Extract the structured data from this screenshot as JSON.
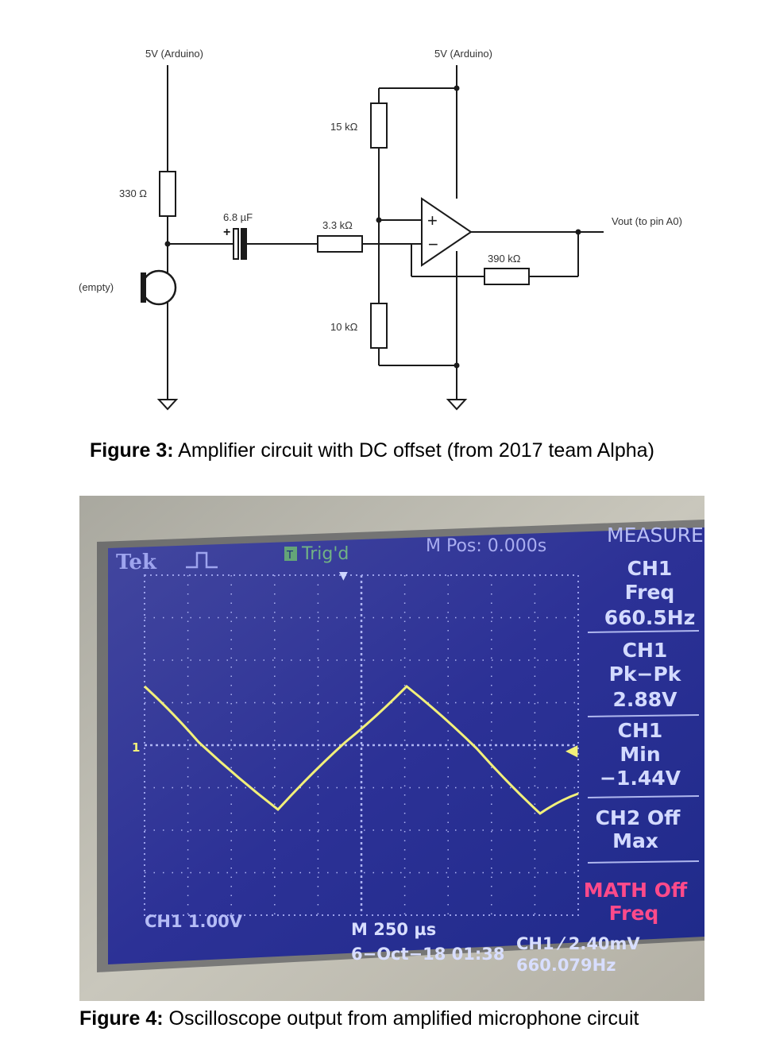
{
  "figure3": {
    "circuit": {
      "supply_left": "5V (Arduino)",
      "supply_right": "5V (Arduino)",
      "r_mic": "330 Ω",
      "cap": "6.8 µF",
      "r_input": "3.3 kΩ",
      "r_top": "15 kΩ",
      "r_bottom": "10 kΩ",
      "r_feedback": "390 kΩ",
      "vout": "Vout (to pin A0)",
      "mic_label": "(empty)",
      "plus": "+",
      "minus": "−",
      "cap_plus": "+"
    },
    "caption_label": "Figure 3:",
    "caption_text": " Amplifier circuit with DC offset (from 2017 team Alpha)"
  },
  "figure4": {
    "scope": {
      "brand": "Tek",
      "trig_glyph": "T",
      "trig_status": "Trig'd",
      "mpos": "M Pos: 0.000s",
      "menu_title": "MEASURE",
      "m1_l1": "CH1",
      "m1_l2": "Freq",
      "m1_l3": "660.5Hz",
      "m2_l1": "CH1",
      "m2_l2": "Pk−Pk",
      "m2_l3": "2.88V",
      "m3_l1": "CH1",
      "m3_l2": "Min",
      "m3_l3": "−1.44V",
      "m4_l1": "CH2 Off",
      "m4_l2": "Max",
      "m5_l1": "MATH Off",
      "m5_l2": "Freq",
      "ch1_scale": "CH1  1.00V",
      "timebase": "M 250 µs",
      "date": "6−Oct−18 01:38",
      "trigger": "CH1 ⁄ 2.40mV",
      "trig_freq": "660.079Hz",
      "ch1_marker": "1"
    },
    "caption_label": "Figure 4:",
    "caption_text": " Oscilloscope output from amplified microphone circuit",
    "colors": {
      "trace": "#f2f07a",
      "screen": "#2a2f93",
      "menu_text": "#cfd8ff",
      "math": "#ff4a8a"
    }
  }
}
